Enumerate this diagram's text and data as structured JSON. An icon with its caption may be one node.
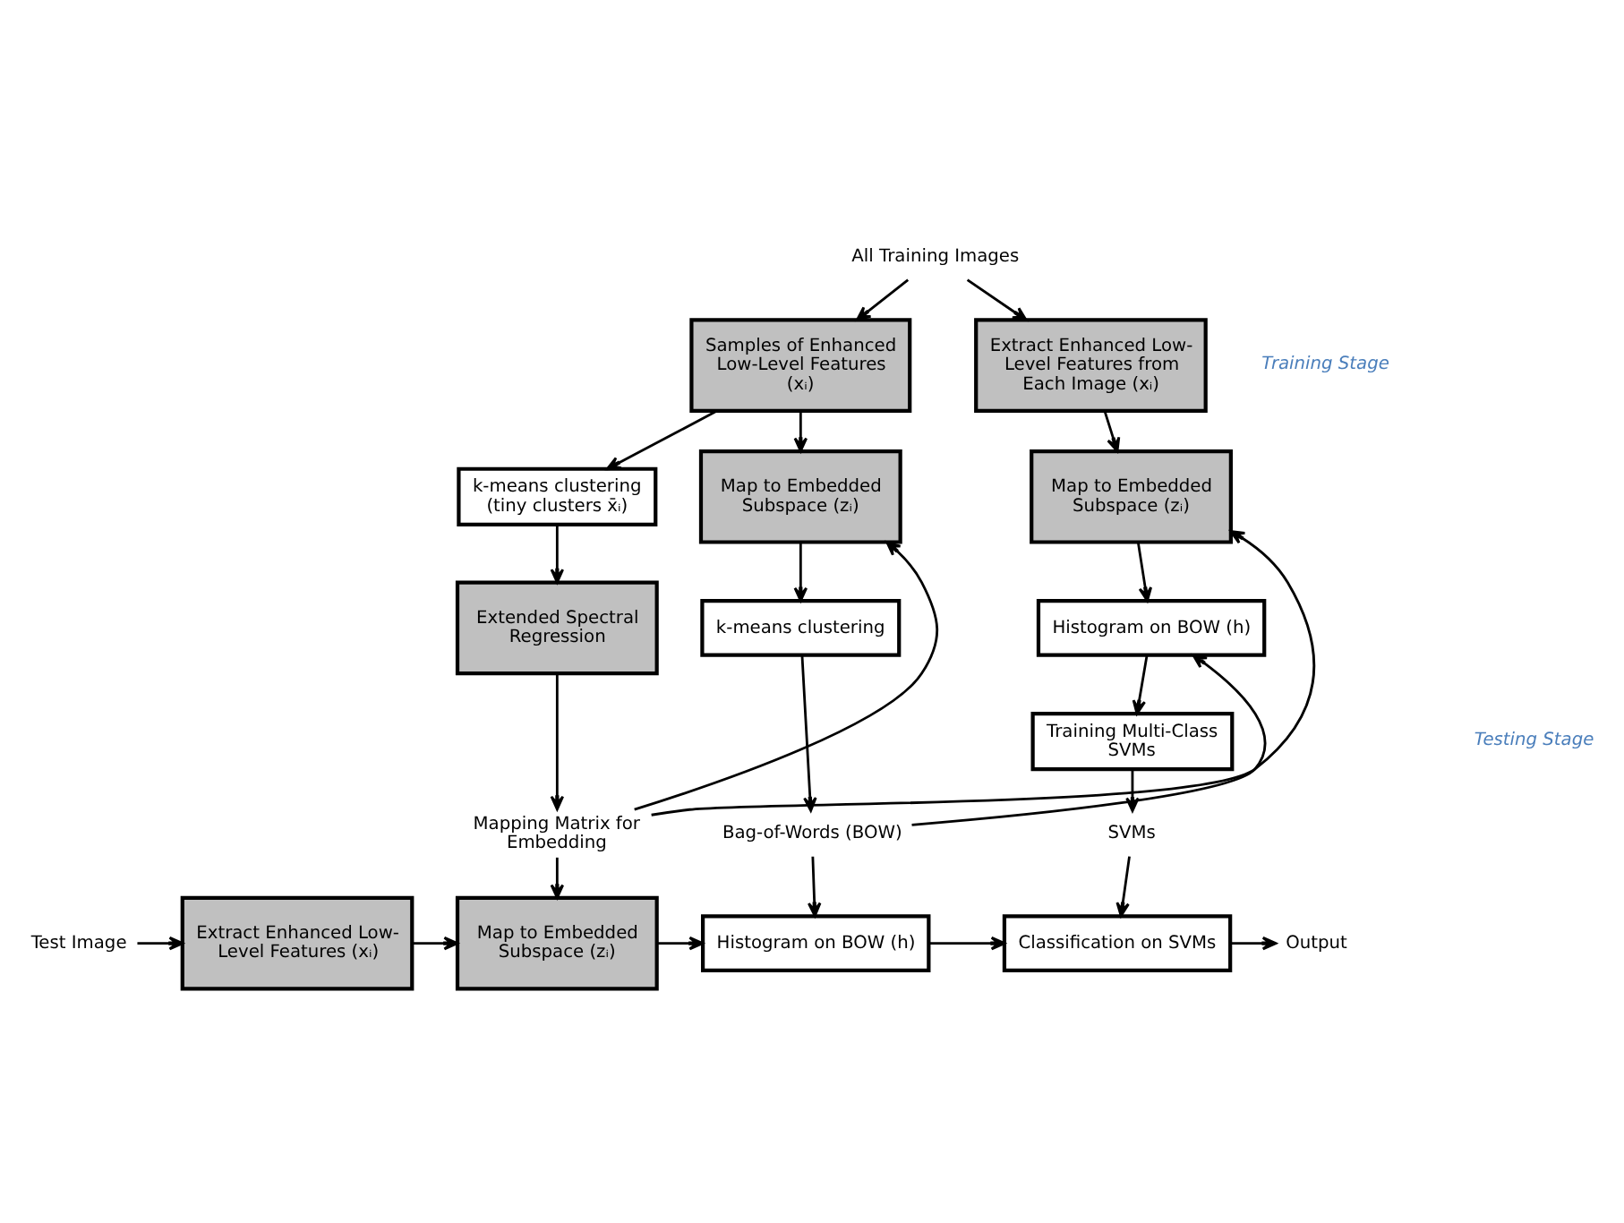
{
  "diagram": {
    "nodes": [
      {
        "text": [
          "All Training Images"
        ]
      },
      {
        "text": [
          "Samples of Enhanced Low-Level Features (xᵢ)"
        ]
      },
      {
        "text": [
          "Extract Enhanced Low-Level Features from Each Image (xᵢ)"
        ]
      },
      {
        "text": [
          "k-means clustering (tiny clusters x̄ᵢ)"
        ]
      },
      {
        "text": [
          "Map to Embedded Subspace (zᵢ)"
        ]
      },
      {
        "text": [
          "Map to Embedded Subspace (zᵢ)"
        ]
      },
      {
        "text": [
          "Extended Spectral Regression"
        ]
      },
      {
        "text": [
          "k-means clustering"
        ]
      },
      {
        "text": [
          "Histogram on BOW (h)"
        ]
      },
      {
        "text": [
          "Training Multi-Class SVMs"
        ]
      },
      {
        "text": [
          "Mapping Matrix for Embedding"
        ]
      },
      {
        "text": [
          "Bag-of-Words (BOW)"
        ]
      },
      {
        "text": [
          "SVMs"
        ]
      },
      {
        "text": [
          "Test Image"
        ]
      },
      {
        "text": [
          "Extract Enhanced Low-Level Features (xᵢ)"
        ]
      },
      {
        "text": [
          "Map to Embedded Subspace (zᵢ)"
        ]
      },
      {
        "text": [
          "Histogram on BOW (h)"
        ]
      },
      {
        "text": [
          "Classification on SVMs"
        ]
      },
      {
        "text": [
          "Output"
        ]
      }
    ],
    "edges": [
      {
        "from": 0,
        "to": 1,
        "arrow": "to"
      },
      {
        "from": 0,
        "to": 2,
        "arrow": "to"
      },
      {
        "from": 1,
        "to": 3,
        "arrow": "to"
      },
      {
        "from": 1,
        "to": 4,
        "arrow": "to"
      },
      {
        "from": 2,
        "to": 5,
        "arrow": "to"
      },
      {
        "from": 3,
        "to": 6,
        "arrow": "to"
      },
      {
        "from": 6,
        "to": 10,
        "arrow": "to"
      },
      {
        "from": 4,
        "to": 7,
        "arrow": "to"
      },
      {
        "from": 7,
        "to": 11,
        "arrow": "to"
      },
      {
        "from": 5,
        "to": 8,
        "arrow": "to"
      },
      {
        "from": 8,
        "to": 9,
        "arrow": "to"
      },
      {
        "from": 9,
        "to": 12,
        "arrow": "to"
      },
      {
        "from": 10,
        "to": 4,
        "arrow": "to"
      },
      {
        "from": 10,
        "to": 5,
        "arrow": "to"
      },
      {
        "from": 11,
        "to": 8,
        "arrow": "to"
      },
      {
        "from": 10,
        "to": 15,
        "arrow": "to"
      },
      {
        "from": 11,
        "to": 16,
        "arrow": "to"
      },
      {
        "from": 12,
        "to": 17,
        "arrow": "to"
      },
      {
        "from": 13,
        "to": 14,
        "arrow": "to"
      },
      {
        "from": 14,
        "to": 15,
        "arrow": "to"
      },
      {
        "from": 15,
        "to": 16,
        "arrow": "to"
      },
      {
        "from": 16,
        "to": 17,
        "arrow": "to"
      },
      {
        "from": 17,
        "to": 18,
        "arrow": "to"
      }
    ],
    "labels": [
      "Training Stage",
      "Testing Stage"
    ]
  }
}
